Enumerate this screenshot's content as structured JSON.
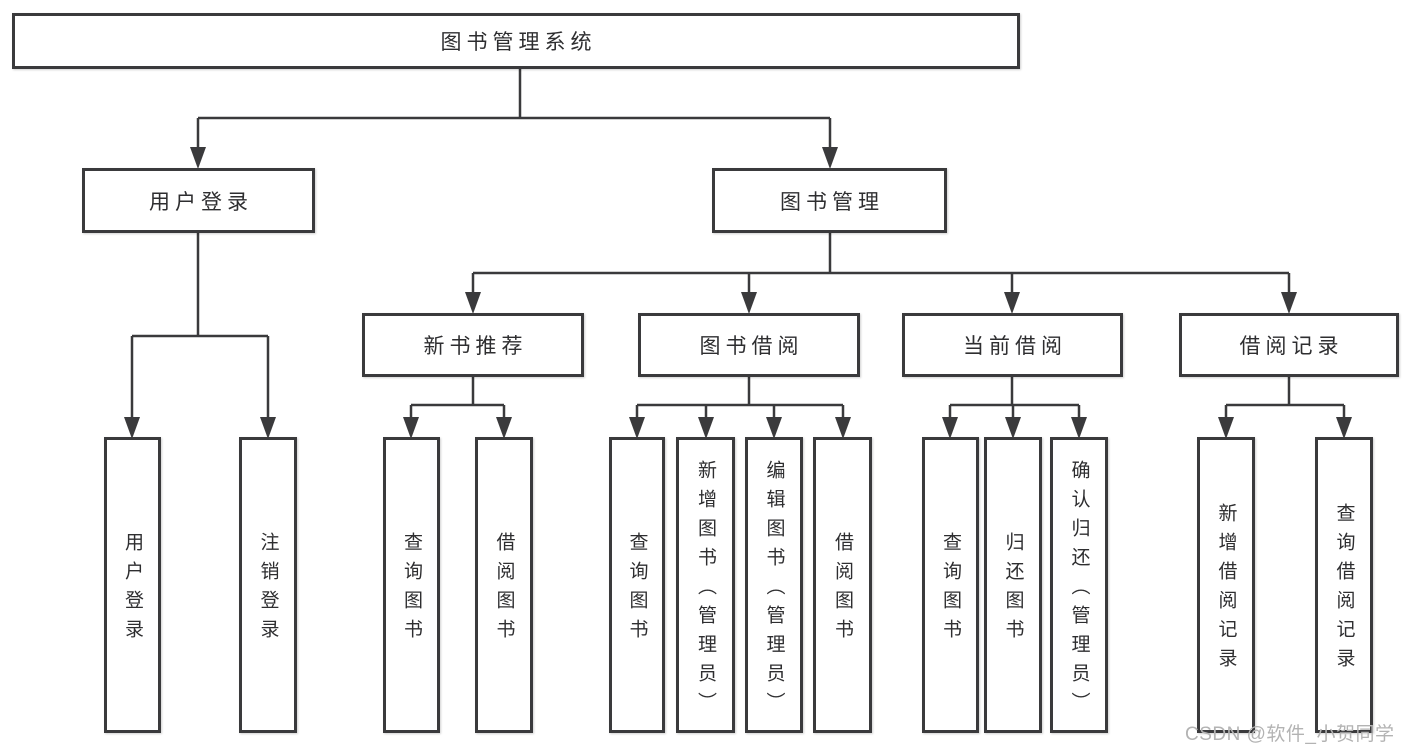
{
  "diagram": {
    "title": "图书管理系统",
    "watermark": "CSDN @软件_小贺同学",
    "colors": {
      "background": "#ffffff",
      "line": "#3a3a3c",
      "box_border": "#3a3a3c",
      "text": "#2e2e30",
      "watermark": "#b3b3b3"
    },
    "nodes": {
      "root": {
        "label": "图书管理系统"
      },
      "l2_user_login": {
        "label": "用户登录"
      },
      "l2_book_mgmt": {
        "label": "图书管理"
      },
      "l3_new_book": {
        "label": "新书推荐"
      },
      "l3_book_borrow": {
        "label": "图书借阅"
      },
      "l3_current_borrow": {
        "label": "当前借阅"
      },
      "l3_borrow_record": {
        "label": "借阅记录"
      },
      "leaf_user_login": {
        "label": "用户登录"
      },
      "leaf_logout": {
        "label": "注销登录"
      },
      "leaf_query_book_1": {
        "label": "查询图书"
      },
      "leaf_borrow_book_1": {
        "label": "借阅图书"
      },
      "leaf_query_book_2": {
        "label": "查询图书"
      },
      "leaf_add_book_admin": {
        "label": "新增图书（管理员）"
      },
      "leaf_edit_book_admin": {
        "label": "编辑图书（管理员）"
      },
      "leaf_borrow_book_2": {
        "label": "借阅图书"
      },
      "leaf_query_book_3": {
        "label": "查询图书"
      },
      "leaf_return_book": {
        "label": "归还图书"
      },
      "leaf_confirm_return_admin": {
        "label": "确认归还（管理员）"
      },
      "leaf_add_record": {
        "label": "新增借阅记录"
      },
      "leaf_query_record": {
        "label": "查询借阅记录"
      }
    },
    "structure": [
      {
        "parent": "图书管理系统",
        "children": [
          "用户登录",
          "图书管理"
        ]
      },
      {
        "parent": "用户登录",
        "children": [
          "用户登录",
          "注销登录"
        ]
      },
      {
        "parent": "图书管理",
        "children": [
          "新书推荐",
          "图书借阅",
          "当前借阅",
          "借阅记录"
        ]
      },
      {
        "parent": "新书推荐",
        "children": [
          "查询图书",
          "借阅图书"
        ]
      },
      {
        "parent": "图书借阅",
        "children": [
          "查询图书",
          "新增图书（管理员）",
          "编辑图书（管理员）",
          "借阅图书"
        ]
      },
      {
        "parent": "当前借阅",
        "children": [
          "查询图书",
          "归还图书",
          "确认归还（管理员）"
        ]
      },
      {
        "parent": "借阅记录",
        "children": [
          "新增借阅记录",
          "查询借阅记录"
        ]
      }
    ]
  }
}
